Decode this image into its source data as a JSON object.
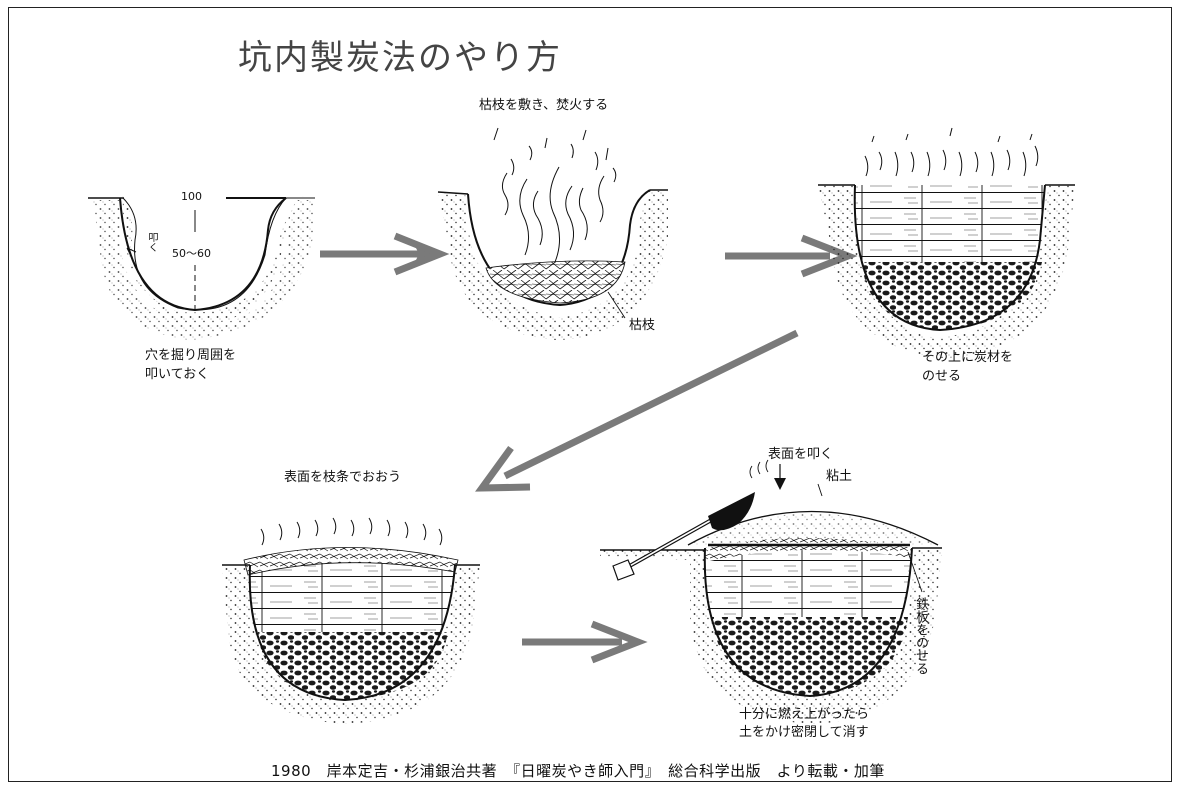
{
  "title": "坑内製炭法のやり方",
  "steps": {
    "step1": {
      "caption_line1": "穴を掘り周囲を",
      "caption_line2": "叩いておく",
      "width_label": "100",
      "depth_label": "50〜60",
      "side_label": "叩く"
    },
    "step2": {
      "caption": "枯枝を敷き、焚火する",
      "material_label": "枯枝"
    },
    "step3": {
      "caption_line1": "その上に炭材を",
      "caption_line2": "のせる"
    },
    "step4": {
      "caption": "表面を枝条でおおう"
    },
    "step5": {
      "tap_label": "表面を叩く",
      "clay_label": "粘土",
      "iron_label": "鉄板をのせる",
      "caption_line1": "十分に燃え上がったら",
      "caption_line2": "土をかけ密閉して消す"
    }
  },
  "credit": "1980　岸本定吉・杉浦銀治共著　『日曜炭やき師入門』　総合科学出版　より転載・加筆",
  "colors": {
    "arrow": "#7a7a7a",
    "line": "#111111",
    "soil_dot": "#222222",
    "charcoal": "#1a1a1a"
  }
}
